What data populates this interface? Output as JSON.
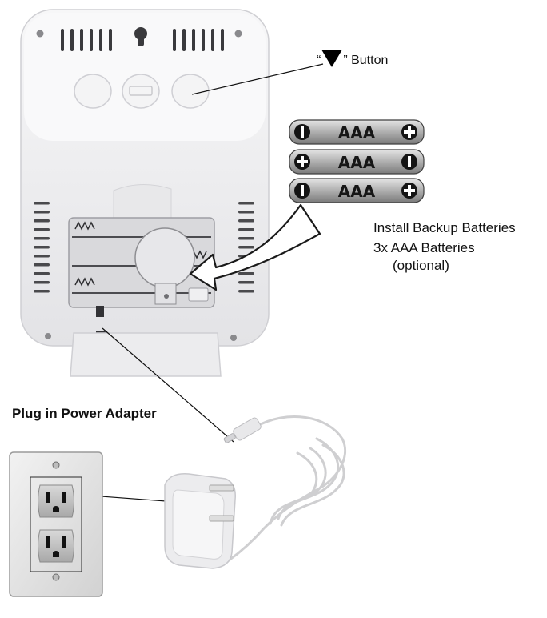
{
  "labels": {
    "button_quote_open": "“",
    "button_quote_close": "” Button",
    "install": "Install Backup Batteries",
    "battery_count": "3x AAA Batteries",
    "optional": "(optional)",
    "plug": "Plug in Power Adapter"
  },
  "battery_label": "AAA",
  "batteries": [
    {
      "label": "AAA",
      "left_terminal": "minus",
      "right_terminal": "plus"
    },
    {
      "label": "AAA",
      "left_terminal": "plus",
      "right_terminal": "minus"
    },
    {
      "label": "AAA",
      "left_terminal": "minus",
      "right_terminal": "plus"
    }
  ],
  "icons": {
    "down_button": "down-triangle-icon"
  },
  "colors": {
    "device_body": "#f2f2f3",
    "battery": "#a9a9a9",
    "outline": "#111111",
    "wall_plate": "#e6e6e6"
  }
}
